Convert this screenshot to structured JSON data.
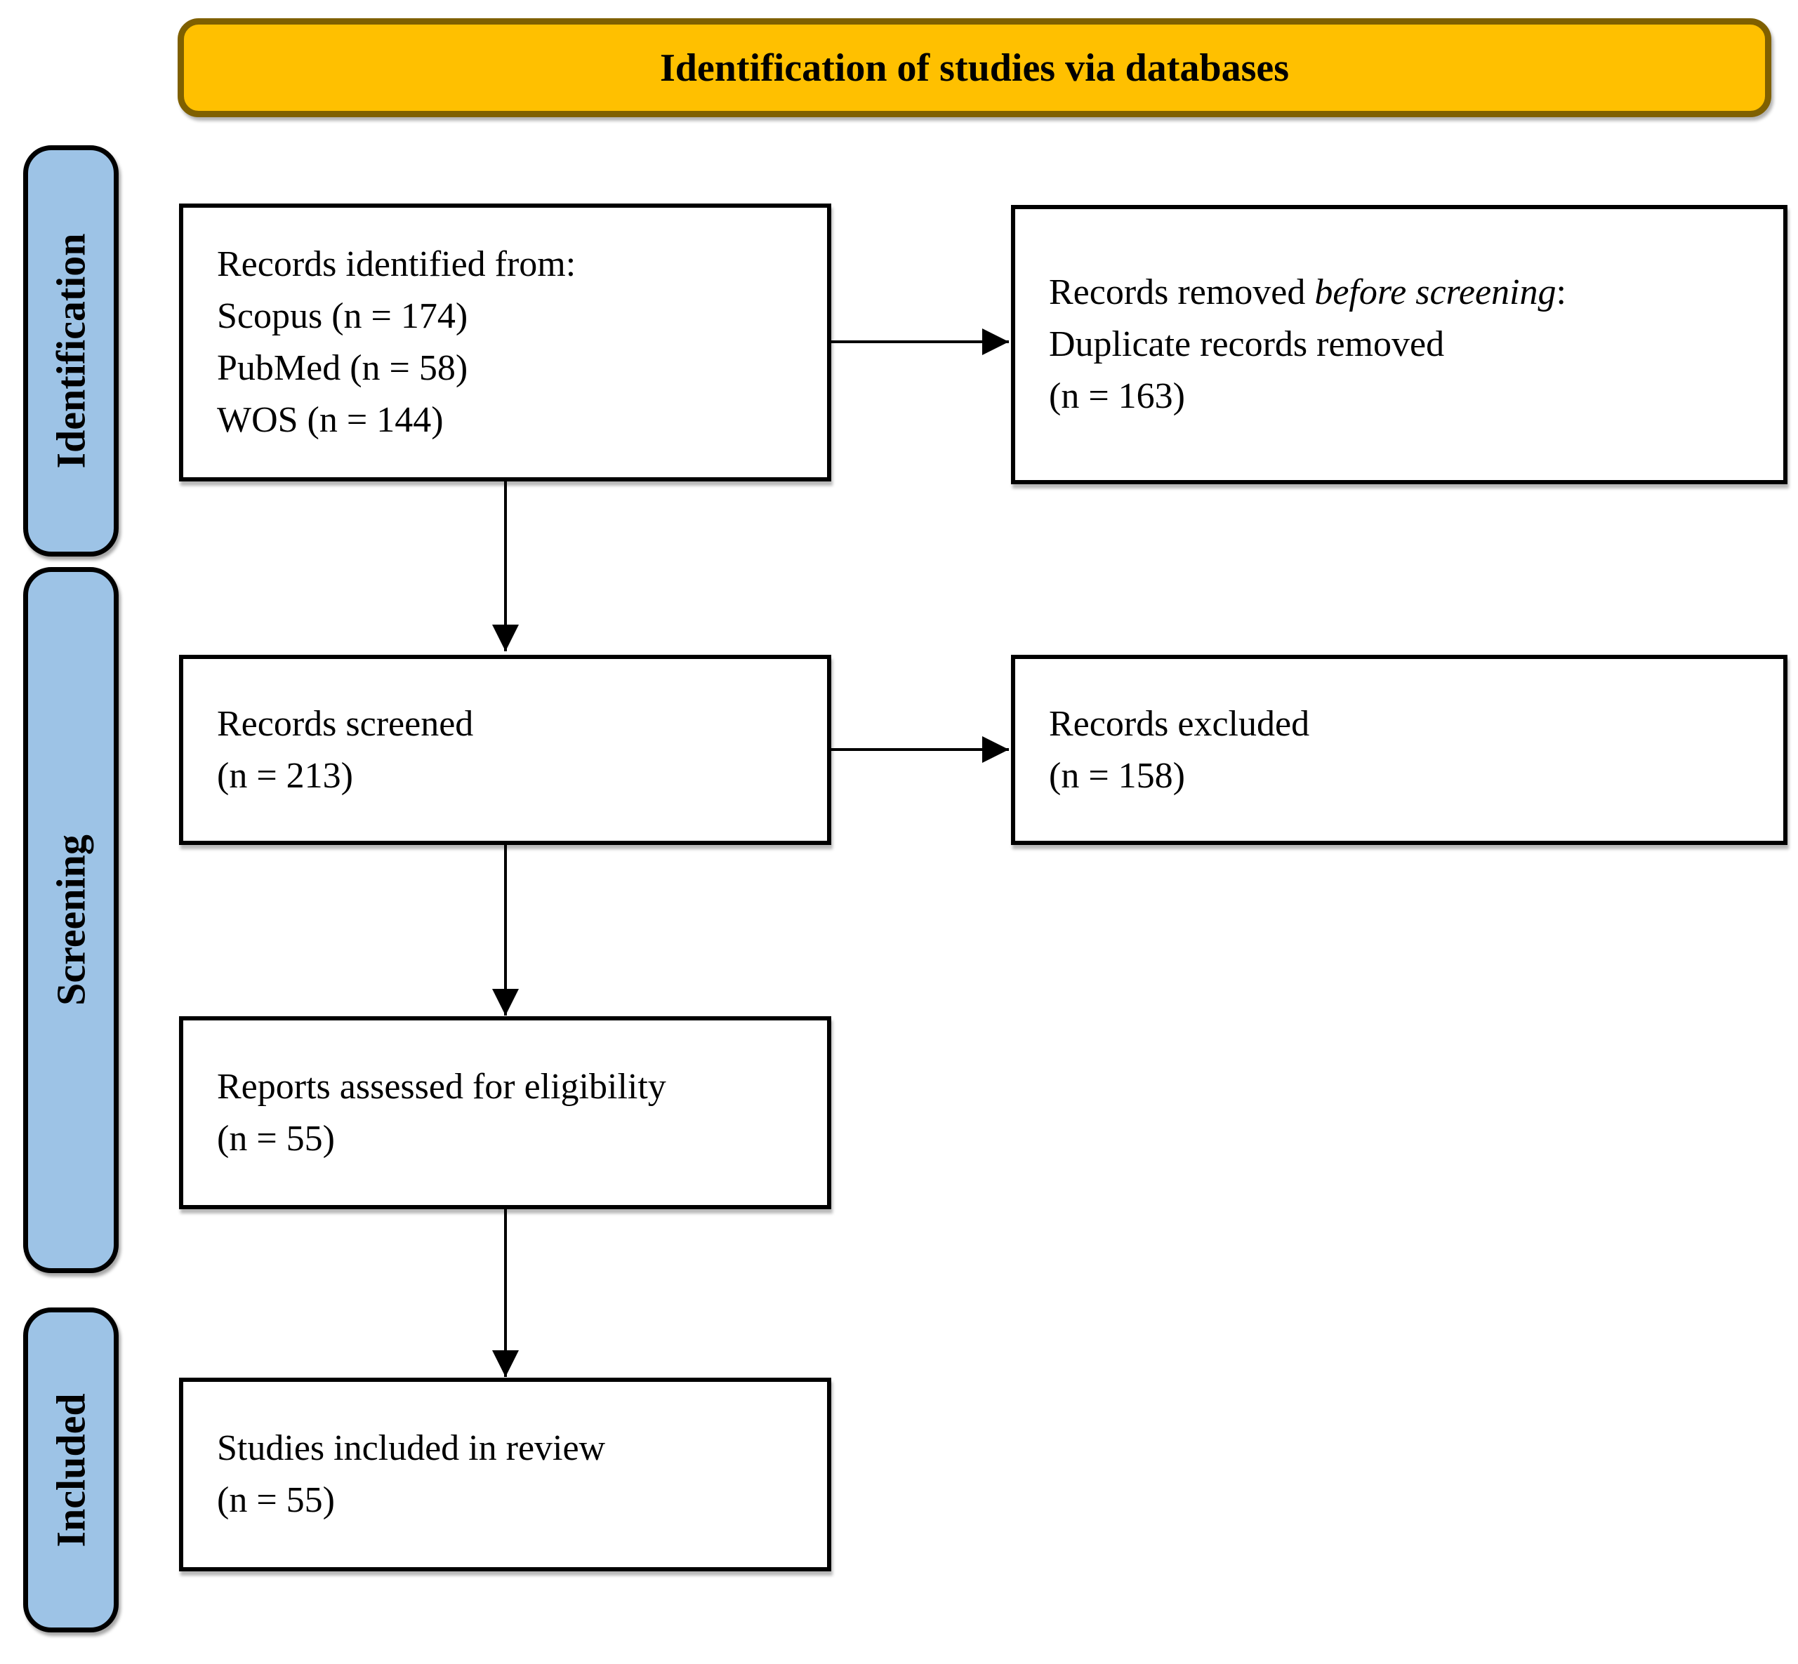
{
  "banner": {
    "title": "Identification of studies via databases"
  },
  "stages": [
    {
      "label": "Identification"
    },
    {
      "label": "Screening"
    },
    {
      "label": "Included"
    }
  ],
  "nodes": {
    "identified": {
      "lines": [
        "Records identified from:",
        "Scopus (n = 174)",
        "PubMed (n = 58)",
        "WOS (n = 144)"
      ]
    },
    "removed": {
      "line1_before": "Records removed ",
      "line1_italic": "before screening",
      "line1_after": ":",
      "lines": [
        "Duplicate records removed",
        "(n = 163)"
      ]
    },
    "screened": {
      "lines": [
        "Records screened",
        "(n = 213)"
      ]
    },
    "excluded": {
      "lines": [
        "Records excluded",
        "(n = 158)"
      ]
    },
    "assessed": {
      "lines": [
        "Reports assessed for eligibility",
        "(n = 55)"
      ]
    },
    "included_review": {
      "lines": [
        "Studies included in review",
        "(n = 55)"
      ]
    }
  },
  "colors": {
    "banner_fill": "#FFC000",
    "banner_border": "#7F6000",
    "stage_fill": "#9DC3E6",
    "stage_border": "#000000",
    "node_fill": "#FFFFFF",
    "node_border": "#000000",
    "arrow": "#000000",
    "text": "#000000"
  }
}
